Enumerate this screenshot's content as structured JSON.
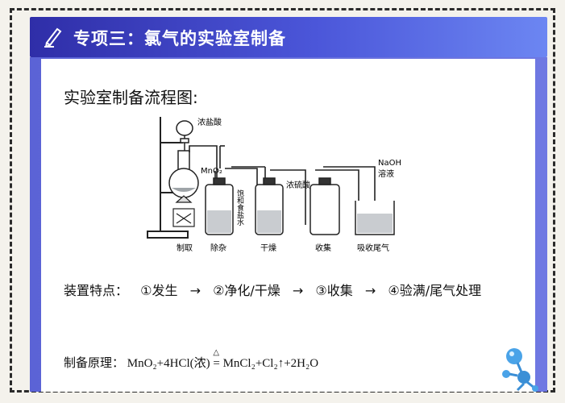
{
  "header": {
    "title": "专项三：氯气的实验室制备",
    "icon": "pencil-icon"
  },
  "flow_title": "实验室制备流程图:",
  "diagram": {
    "reagent_top": "浓盐酸",
    "reagent_flask": "MnO₂",
    "bottle2_label": "饱和食盐水",
    "bottle3_label": "浓硫酸",
    "beaker_label_1": "NaOH",
    "beaker_label_2": "溶液",
    "steps": [
      "制取",
      "除杂",
      "干燥",
      "收集",
      "吸收尾气"
    ]
  },
  "features": {
    "label": "装置特点：",
    "items": [
      "①发生",
      "→",
      "②净化/干燥",
      "→",
      "③收集",
      "→",
      "④验满/尾气处理"
    ]
  },
  "principle": {
    "label": "制备原理：",
    "lhs": "MnO₂+4HCl(浓)",
    "condition": "△",
    "arrow": "=",
    "rhs": "MnCl₂+Cl₂↑+2H₂O"
  },
  "colors": {
    "banner": "#3d44c4",
    "frame": "#2b2b2b"
  }
}
